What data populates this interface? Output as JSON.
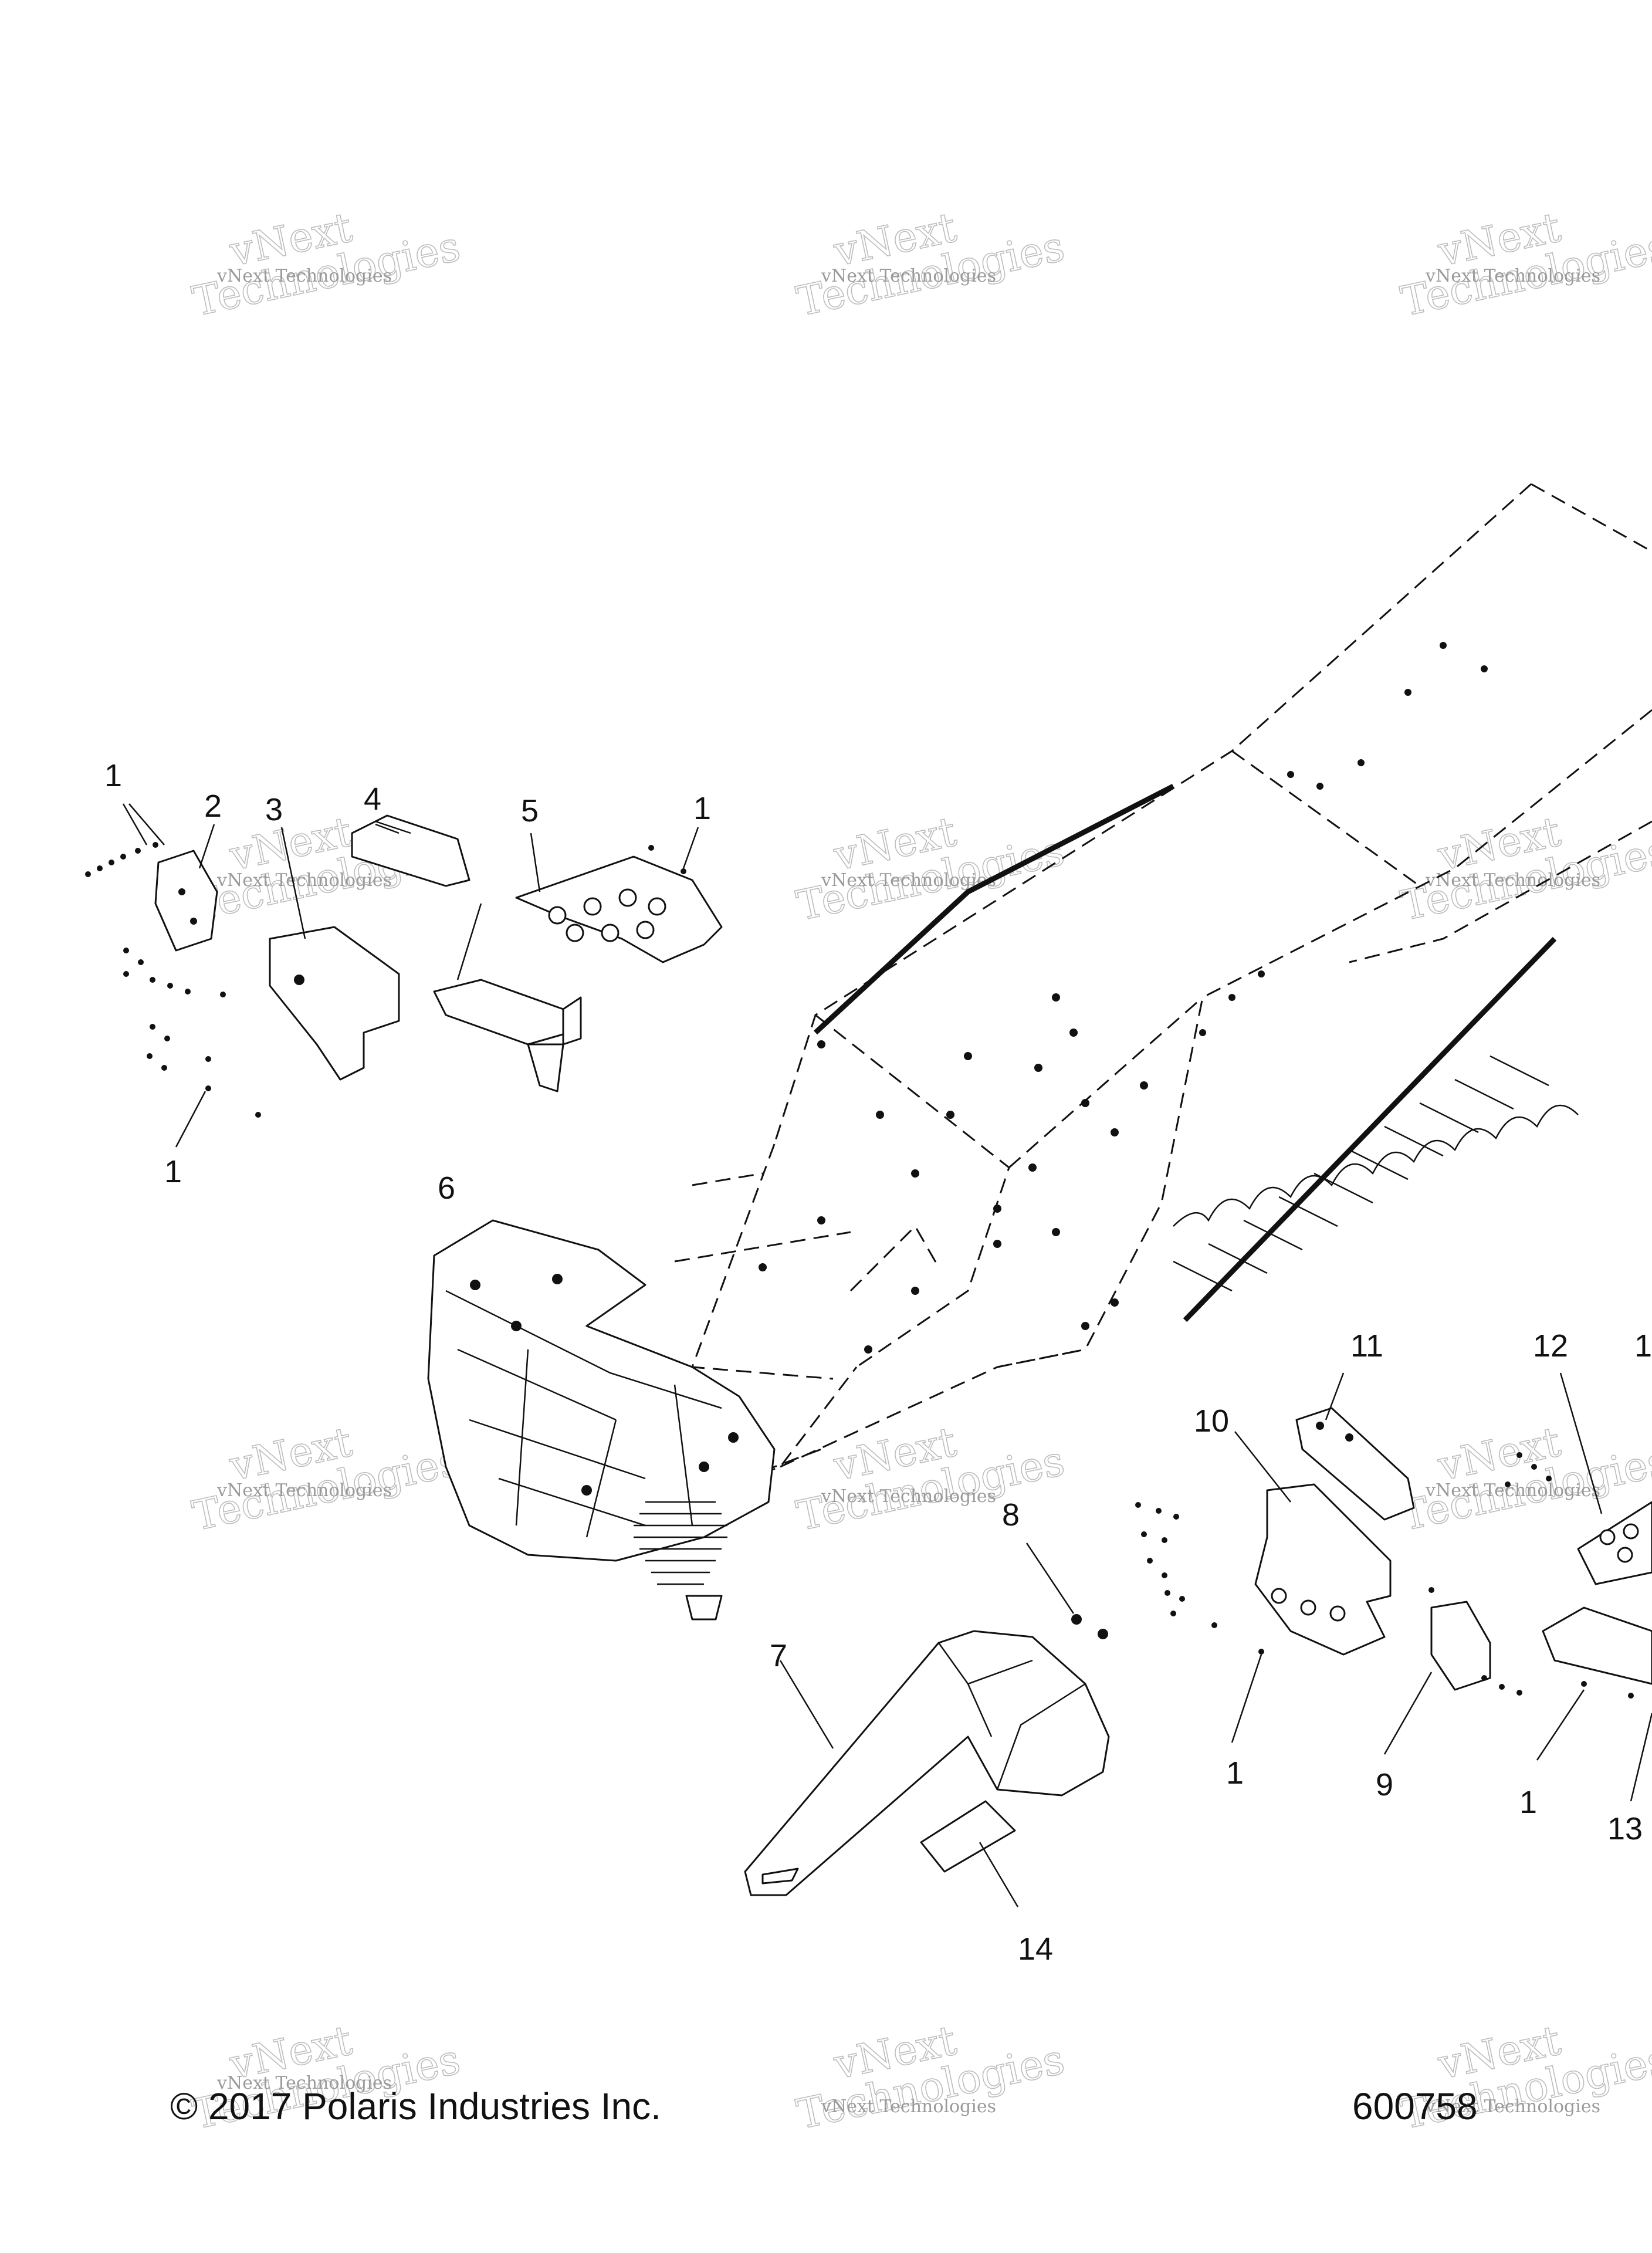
{
  "watermark": {
    "line1": "vNext",
    "line2": "Technologies",
    "small": "vNext Technologies"
  },
  "callouts": [
    "1",
    "2",
    "3",
    "4",
    "5",
    "1",
    "1",
    "6",
    "11",
    "12",
    "1",
    "10",
    "8",
    "7",
    "1",
    "9",
    "1",
    "13",
    "14"
  ],
  "footer": {
    "copyright": "© 2017 Polaris Industries Inc.",
    "figure_number": "600758"
  }
}
